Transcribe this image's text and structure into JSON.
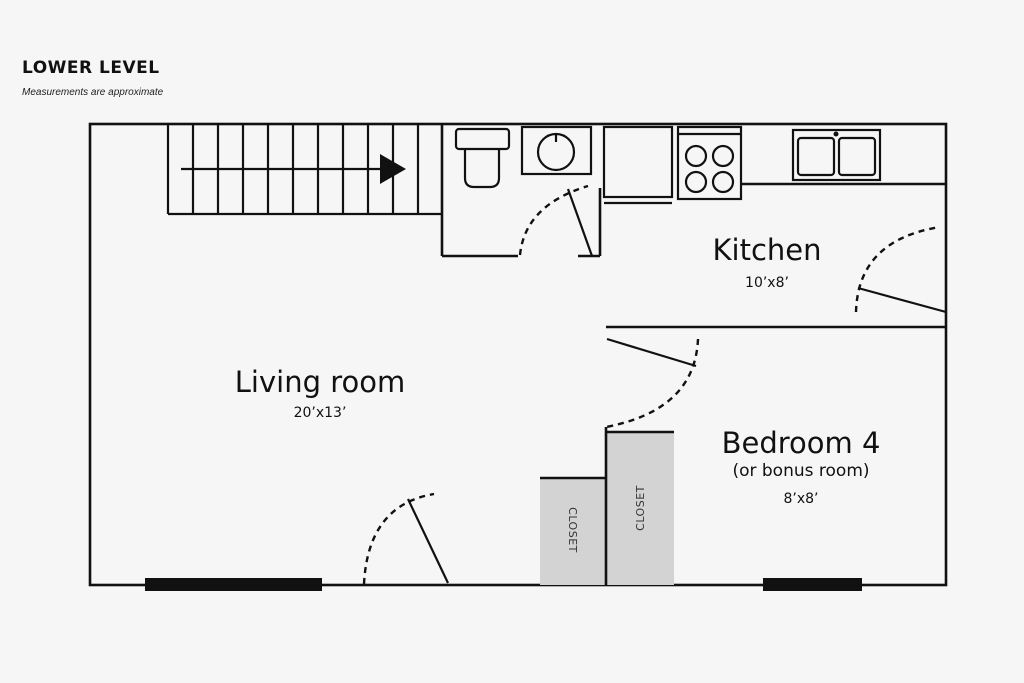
{
  "header": {
    "title": "LOWER LEVEL",
    "note": "Measurements are approximate"
  },
  "rooms": {
    "living": {
      "name": "Living room",
      "dims": "20’x13’"
    },
    "kitchen": {
      "name": "Kitchen",
      "dims": "10’x8’"
    },
    "bedroom": {
      "name": "Bedroom 4",
      "subtitle": "(or bonus room)",
      "dims": "8’x8’"
    }
  },
  "closets": [
    {
      "label": "CLOSET"
    },
    {
      "label": "CLOSET"
    }
  ],
  "colors": {
    "background": "#f5f6f5",
    "lines": "#111111",
    "closet_fill": "#d3d3d3"
  }
}
